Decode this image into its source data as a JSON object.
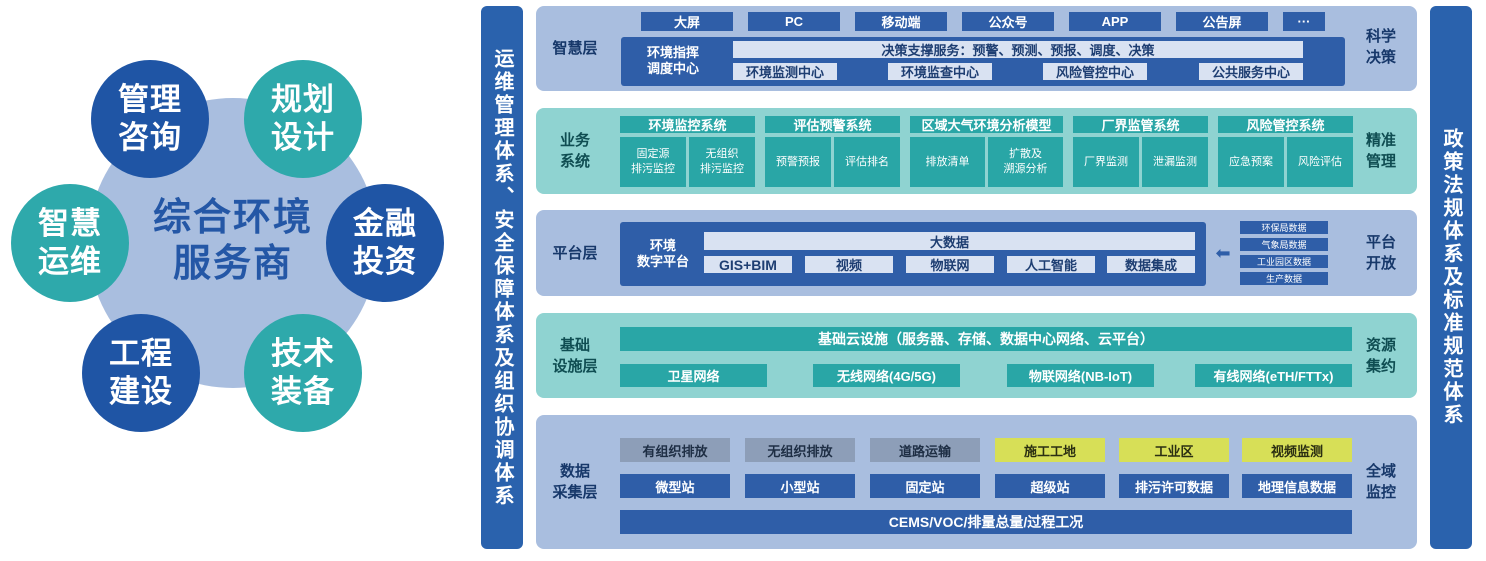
{
  "left": {
    "core": "综合环境\n服务商",
    "satellites": {
      "mgmt": "管理\n咨询",
      "plan": "规划\n设计",
      "ops": "智慧\n运维",
      "fin": "金融\n投资",
      "eng": "工程\n建设",
      "tech": "技术\n装备"
    }
  },
  "left_bar": "运维管理体系、安全保障体系及组织协调体系",
  "right_bar": "政策法规体系及标准规范体系",
  "layers": {
    "smart": {
      "title": "智慧层",
      "right": "科学\n决策",
      "channels": [
        "大屏",
        "PC",
        "移动端",
        "公众号",
        "APP",
        "公告屏",
        "···"
      ],
      "center": "环境指挥\n调度中心",
      "decision": "决策支撑服务：预警、预测、预报、调度、决策",
      "centers": [
        "环境监测中心",
        "环境监查中心",
        "风险管控中心",
        "公共服务中心"
      ]
    },
    "business": {
      "title": "业务\n系统",
      "right": "精准\n管理",
      "systems": [
        {
          "name": "环境监控系统",
          "items": [
            "固定源\n排污监控",
            "无组织\n排污监控"
          ]
        },
        {
          "name": "评估预警系统",
          "items": [
            "预警预报",
            "评估排名"
          ]
        },
        {
          "name": "区域大气环境分析模型",
          "items": [
            "排放清单",
            "扩散及\n溯源分析"
          ]
        },
        {
          "name": "厂界监管系统",
          "items": [
            "厂界监测",
            "泄漏监测"
          ]
        },
        {
          "name": "风险管控系统",
          "items": [
            "应急预案",
            "风险评估"
          ]
        }
      ]
    },
    "platform": {
      "title": "平台层",
      "right": "平台\n开放",
      "label": "环境\n数字平台",
      "bigdata": "大数据",
      "modules": [
        "GIS+BIM",
        "视频",
        "物联网",
        "人工智能",
        "数据集成"
      ],
      "sources": [
        "环保局数据",
        "气象局数据",
        "工业园区数据",
        "生产数据"
      ],
      "arrow": "⬅"
    },
    "infra": {
      "title": "基础\n设施层",
      "right": "资源\n集约",
      "cloud": "基础云设施（服务器、存储、数据中心网络、云平台）",
      "networks": [
        "卫星网络",
        "无线网络(4G/5G)",
        "物联网络(NB-IoT)",
        "有线网络(eTH/FTTx)"
      ]
    },
    "collect": {
      "title": "数据\n采集层",
      "right": "全域\n监控",
      "row1": [
        "有组织排放",
        "无组织排放",
        "道路运输",
        "施工工地",
        "工业区",
        "视频监测"
      ],
      "row2": [
        "微型站",
        "小型站",
        "固定站",
        "超级站",
        "排污许可数据",
        "地理信息数据"
      ],
      "row3": "CEMS/VOC/排量总量/过程工况"
    }
  },
  "colors": {
    "dark_blue": "#1f55a5",
    "teal": "#2ea9ab",
    "light_blue": "#a9bedf",
    "light_teal": "#8fd3d1",
    "yellow": "#d7df57",
    "gray": "#8d9eb8"
  }
}
